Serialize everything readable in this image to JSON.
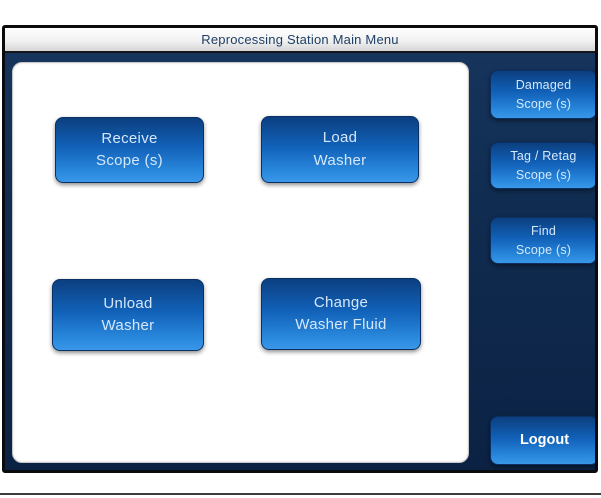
{
  "window": {
    "title": "Reprocessing Station Main Menu"
  },
  "main_buttons": [
    {
      "name": "receive-scopes",
      "line1": "Receive",
      "line2": "Scope (s)"
    },
    {
      "name": "load-washer",
      "line1": "Load",
      "line2": "Washer"
    },
    {
      "name": "unload-washer",
      "line1": "Unload",
      "line2": "Washer"
    },
    {
      "name": "change-washer-fluid",
      "line1": "Change",
      "line2": "Washer Fluid"
    }
  ],
  "sidebar_buttons": [
    {
      "name": "damaged-scopes",
      "line1": "Damaged",
      "line2": "Scope (s)"
    },
    {
      "name": "tag-retag-scopes",
      "line1": "Tag / Retag",
      "line2": "Scope (s)"
    },
    {
      "name": "find-scopes",
      "line1": "Find",
      "line2": "Scope (s)"
    }
  ],
  "logout": {
    "label": "Logout"
  },
  "colors": {
    "frame_background": "#102c50",
    "button_gradient_top": "#0c3f80",
    "button_gradient_bottom": "#3a97e8",
    "button_text": "#d5e8fb",
    "title_text": "#1e3f66",
    "panel_background": "#ffffff"
  }
}
